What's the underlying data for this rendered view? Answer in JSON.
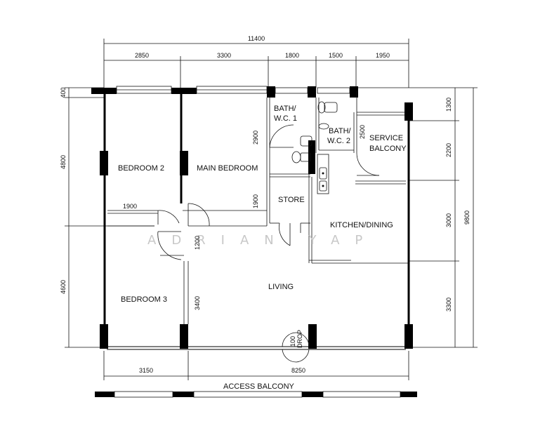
{
  "rooms": {
    "bedroom2": "BEDROOM 2",
    "main_bedroom": "MAIN BEDROOM",
    "bath1_line1": "BATH/",
    "bath1_line2": "W.C. 1",
    "bath2_line1": "BATH/",
    "bath2_line2": "W.C. 2",
    "service_line1": "SERVICE",
    "service_line2": "BALCONY",
    "store": "STORE",
    "kitchen": "KITCHEN/DINING",
    "bedroom3": "BEDROOM 3",
    "living": "LIVING",
    "access_balcony": "ACCESS BALCONY",
    "drop": "DROP",
    "drop_value": "100"
  },
  "dims": {
    "total_width": "11400",
    "top": [
      "2850",
      "3300",
      "1800",
      "1500",
      "1950"
    ],
    "bottom": [
      "3150",
      "8250"
    ],
    "left": [
      "400",
      "4800",
      "4600"
    ],
    "right": [
      "1300",
      "2200",
      "3000",
      "3300"
    ],
    "total_height": "9800",
    "inner": [
      "1900",
      "2900",
      "1900",
      "2500",
      "1200",
      "3400"
    ]
  },
  "watermark": "ADRIAN YAP"
}
